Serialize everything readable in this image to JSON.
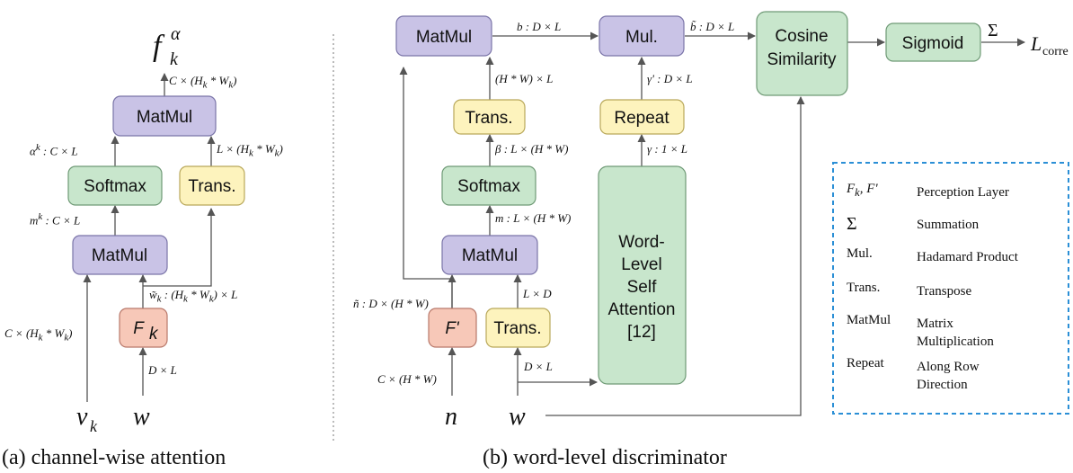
{
  "colors": {
    "purple": "#c9c3e6",
    "purple_stroke": "#7a74a8",
    "green": "#c8e6cc",
    "green_stroke": "#6f9a76",
    "yellow": "#fdf3bd",
    "yellow_stroke": "#b9a85a",
    "red": "#f7c8b8",
    "red_stroke": "#b8786a",
    "legend_border": "#2b8fd6"
  },
  "left": {
    "output": "f",
    "output_sub": "k",
    "output_sup": "α",
    "out_label": "C × (H<sub>k</sub> * W<sub>k</sub>)",
    "matmul_top": "MatMul",
    "alpha_label": "α<sup>k</sup> : C × L",
    "trans_label_top": "L × (H<sub>k</sub> * W<sub>k</sub>)",
    "softmax": "Softmax",
    "trans": "Trans.",
    "m_label": "m<sup>k</sup> : C × L",
    "matmul_bottom": "MatMul",
    "wk_label": "w̃<sub>k</sub> : (H<sub>k</sub> * W<sub>k</sub>) × L",
    "fk": "F",
    "fk_sub": "k",
    "v_label": "C × (H<sub>k</sub> * W<sub>k</sub>)",
    "dl_label": "D × L",
    "input_v": "v",
    "input_v_sub": "k",
    "input_w": "w",
    "caption": "(a) channel-wise attention"
  },
  "right": {
    "matmul_top": "MatMul",
    "b_label": "b : D × L",
    "mul": "Mul.",
    "btilde_label": "b̃ : D × L",
    "cosine_line1": "Cosine",
    "cosine_line2": "Similarity",
    "sigmoid": "Sigmoid",
    "sum_symbol": "Σ",
    "loss": "L",
    "loss_sub": "corre",
    "hw_label": "(H * W) × L",
    "gamma_prime_label": "γ' : D × L",
    "trans_top": "Trans.",
    "repeat": "Repeat",
    "beta_label": "β : L × (H * W)",
    "gamma_label": "γ : 1 × L",
    "softmax": "Softmax",
    "m_label": "m : L × (H * W)",
    "matmul_mid": "MatMul",
    "self_attn_lines": [
      "Word-",
      "Level",
      "Self",
      "Attention",
      "[12]"
    ],
    "ld_label": "L × D",
    "ntilde_label": "ñ : D × (H * W)",
    "fprime": "F'",
    "trans_bottom": "Trans.",
    "chw_label": "C × (H * W)",
    "dl_label": "D × L",
    "input_n": "n",
    "input_w": "w",
    "caption": "(b) word-level discriminator"
  },
  "legend": {
    "items": [
      {
        "key": "F<sub>k</sub>, F'",
        "desc": [
          "Perception Layer"
        ]
      },
      {
        "key": "Σ",
        "desc": [
          "Summation"
        ]
      },
      {
        "key": "Mul.",
        "desc": [
          "Hadamard Product"
        ]
      },
      {
        "key": "Trans.",
        "desc": [
          "Transpose"
        ]
      },
      {
        "key": "MatMul",
        "desc": [
          "Matrix",
          "Multiplication"
        ]
      },
      {
        "key": "Repeat",
        "desc": [
          "Along Row",
          "Direction"
        ]
      }
    ]
  }
}
